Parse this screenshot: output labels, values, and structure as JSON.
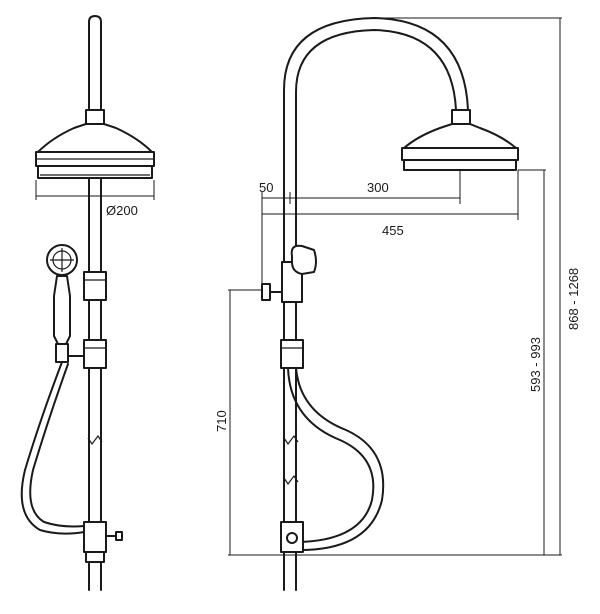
{
  "dimensions": {
    "head_diameter": "Ø200",
    "offset_short": "50",
    "arm_reach": "300",
    "total_reach": "455",
    "handshower_height": "710",
    "head_height_range": "593 - 993",
    "total_height_range": "868 - 1268"
  }
}
